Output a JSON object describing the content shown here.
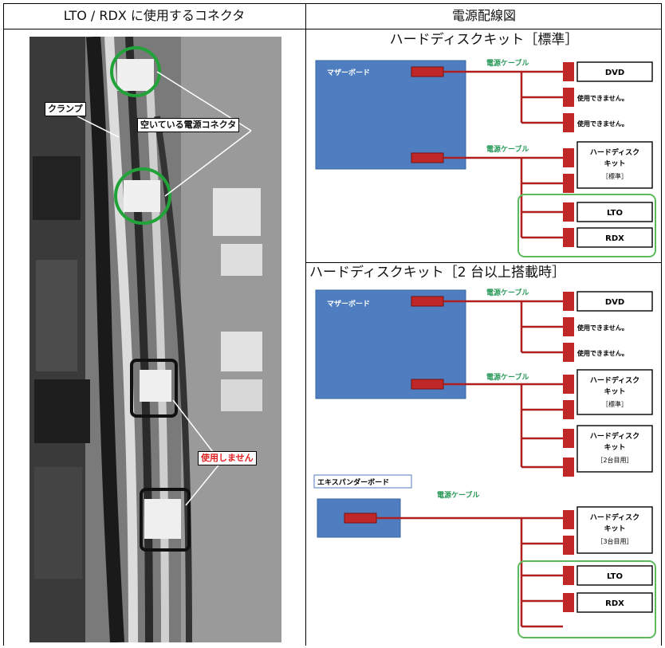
{
  "header": {
    "left": "LTO / RDX に使用するコネクタ",
    "right": "電源配線図"
  },
  "photo": {
    "labels": {
      "clamp": "クランプ",
      "free_connector": "空いている電源コネクタ",
      "not_used": "使用しません"
    }
  },
  "diagram_standard": {
    "title": "ハードディスクキット［標準］",
    "motherboard": "マザーボード",
    "cable_label_1": "電源ケーブル",
    "cable_label_2": "電源ケーブル",
    "dvd": "DVD",
    "unused_1": "使用できません。",
    "unused_2": "使用できません。",
    "hdd_line1": "ハードディスク",
    "hdd_line2": "キット",
    "hdd_line3": "［標準］",
    "lto": "LTO",
    "rdx": "RDX"
  },
  "diagram_multi": {
    "title": "ハードディスクキット［2 台以上搭載時］",
    "motherboard": "マザーボード",
    "cable_label_1": "電源ケーブル",
    "cable_label_2": "電源ケーブル",
    "cable_label_3": "電源ケーブル",
    "dvd": "DVD",
    "unused_1": "使用できません。",
    "unused_2": "使用できません。",
    "hdd_std_line1": "ハードディスク",
    "hdd_std_line2": "キット",
    "hdd_std_line3": "［標準］",
    "hdd_2nd_line1": "ハードディスク",
    "hdd_2nd_line2": "キット",
    "hdd_2nd_line3": "［2台目用］",
    "expander": "エキスパンダーボード",
    "hdd_3rd_line1": "ハードディスク",
    "hdd_3rd_line2": "キット",
    "hdd_3rd_line3": "［3台目用］",
    "lto": "LTO",
    "rdx": "RDX"
  },
  "colors": {
    "board": "#4f7ec0",
    "cable": "#b01e1e",
    "cable_label": "#2a9a5a",
    "highlight": "#5cba5c",
    "photo_circle": "#22a33a"
  }
}
